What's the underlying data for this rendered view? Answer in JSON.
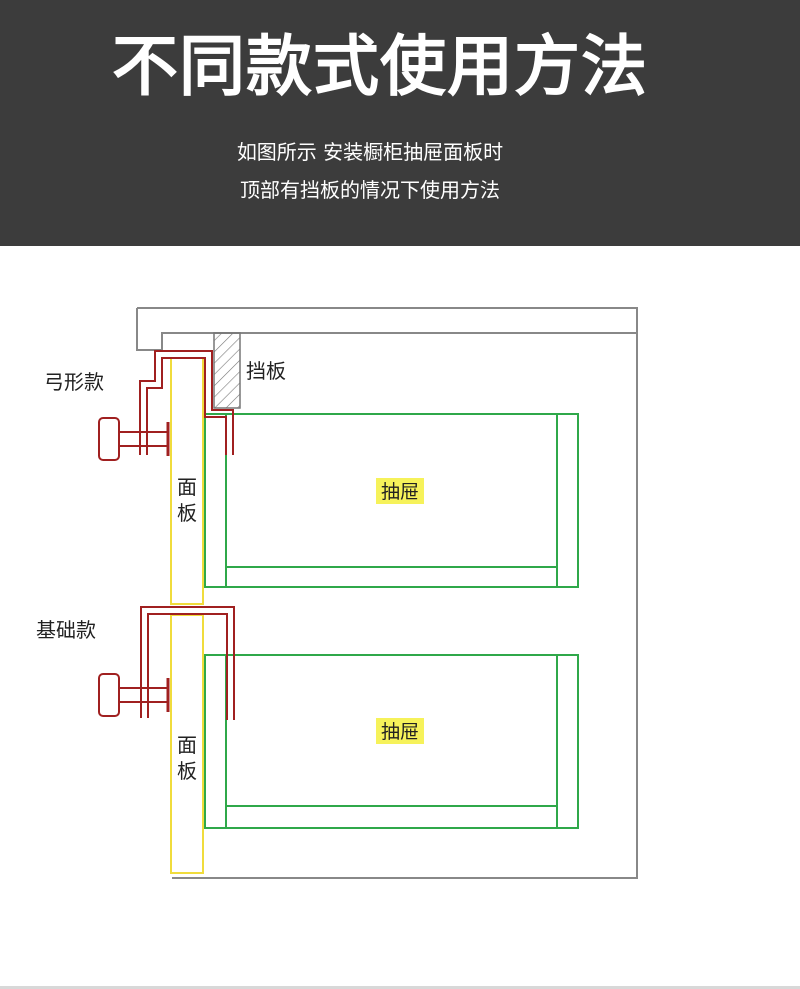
{
  "header": {
    "title": "不同款式使用方法",
    "subtitle_line1": "如图所示 安装橱柜抽屉面板时",
    "subtitle_line2": "顶部有挡板的情况下使用方法"
  },
  "labels": {
    "baffle": "挡板",
    "bow_style": "弓形款",
    "basic_style": "基础款",
    "panel_top_char1": "面",
    "panel_top_char2": "板",
    "panel_bottom_char1": "面",
    "panel_bottom_char2": "板",
    "drawer_top": "抽屉",
    "drawer_bottom": "抽屉"
  },
  "colors": {
    "header_bg": "#3c3c3c",
    "cabinet": "#888888",
    "drawer": "#2fa84a",
    "panel": "#f0dc3c",
    "clamp": "#a02020",
    "highlight": "#f6f25a"
  }
}
